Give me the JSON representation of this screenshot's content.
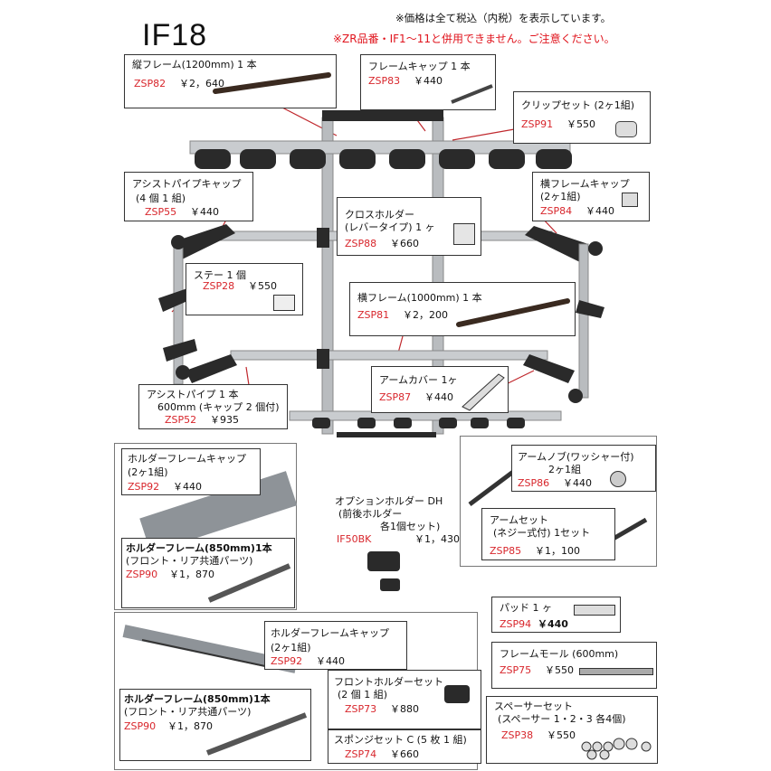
{
  "header": {
    "title": "IF18",
    "note_tax": "※価格は全て税込（内税）を表示しています。",
    "note_warning": "※ZR品番・IF1～11と併用できません。ご注意ください。"
  },
  "parts": {
    "tate_frame": {
      "name": "縦フレーム(1200mm)  1 本",
      "code": "ZSP82",
      "price": "￥2，640"
    },
    "frame_cap": {
      "name": "フレームキャップ  1 本",
      "code": "ZSP83",
      "price": "￥440"
    },
    "clip_set": {
      "name": "クリップセット (2ヶ1組)",
      "code": "ZSP91",
      "price": "￥550"
    },
    "assist_cap": {
      "name": "アシストパイプキャップ",
      "name2": "(4 個 1 組)",
      "code": "ZSP55",
      "price": "￥440"
    },
    "cross_holder": {
      "name": "クロスホルダー",
      "name2": "(レバータイプ)  1 ヶ",
      "code": "ZSP88",
      "price": "￥660"
    },
    "yoko_frame_cap": {
      "name": "横フレームキャップ",
      "name2": "(2ヶ1組)",
      "code": "ZSP84",
      "price": "￥440"
    },
    "stay": {
      "name": "ステー  1 個",
      "code": "ZSP28",
      "price": "￥550"
    },
    "yoko_frame": {
      "name": "横フレーム(1000mm)  1 本",
      "code": "ZSP81",
      "price": "￥2，200"
    },
    "arm_cover": {
      "name": "アームカバー 1ヶ",
      "code": "ZSP87",
      "price": "￥440"
    },
    "assist_pipe": {
      "name": "アシストパイプ  1 本",
      "name2": "600mm (キャップ 2 個付)",
      "code": "ZSP52",
      "price": "￥935"
    },
    "holder_cap_a": {
      "name": "ホルダーフレームキャップ",
      "name2": "(2ヶ1組)",
      "code": "ZSP92",
      "price": "￥440"
    },
    "holder_frame_a": {
      "name": "ホルダーフレーム(850mm)1本",
      "name2": "(フロント・リア共通パーツ)",
      "code": "ZSP90",
      "price": "￥1，870"
    },
    "option_holder": {
      "name": "オプションホルダー DH",
      "name2": "(前後ホルダー",
      "name3": "各1個セット)",
      "code": "IF50BK",
      "price": "￥1，430"
    },
    "arm_knob": {
      "name": "アームノブ(ワッシャー付)",
      "name2": "2ヶ1組",
      "code": "ZSP86",
      "price": "￥440"
    },
    "arm_set": {
      "name": "アームセット",
      "name2": "(ネジー式付) 1セット",
      "code": "ZSP85",
      "price": "￥1，100"
    },
    "holder_cap_b": {
      "name": "ホルダーフレームキャップ",
      "name2": "(2ヶ1組)",
      "code": "ZSP92",
      "price": "￥440"
    },
    "holder_frame_b": {
      "name": "ホルダーフレーム(850mm)1本",
      "name2": "(フロント・リア共通パーツ)",
      "code": "ZSP90",
      "price": "￥1，870"
    },
    "front_holder": {
      "name": "フロントホルダーセット",
      "name2": "(2 個 1 組)",
      "code": "ZSP73",
      "price": "￥880"
    },
    "sponge": {
      "name": "スポンジセット C (5 枚 1 組)",
      "code": "ZSP74",
      "price": "￥660"
    },
    "pad": {
      "name": "パッド 1 ヶ",
      "code": "ZSP94",
      "price": "￥440"
    },
    "frame_mall": {
      "name": "フレームモール (600mm)",
      "code": "ZSP75",
      "price": "￥550"
    },
    "spacer": {
      "name": "スペーサーセット",
      "name2": "(スペーサー 1・2・3  各4個)",
      "code": "ZSP38",
      "price": "￥550"
    }
  },
  "colors": {
    "code_red": "#d8262c",
    "warning_red": "#e0141d",
    "frame_silver": "#b9bcbf",
    "black_part": "#2a2a2a"
  }
}
